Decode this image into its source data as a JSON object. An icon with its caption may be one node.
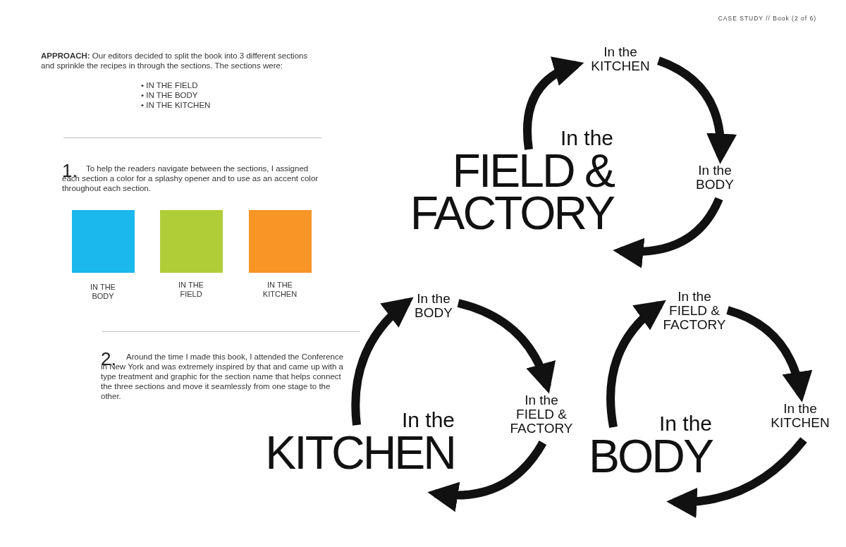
{
  "diagram": {
    "title": "CASE STUDY // Book (2 of 6)",
    "nodes": [
      {
        "text": [
          "In the",
          "FIELD & FACTORY"
        ]
      },
      {
        "text": [
          "In the KITCHEN"
        ]
      },
      {
        "text": [
          "In the BODY"
        ]
      },
      {
        "text": [
          "In the",
          "KITCHEN"
        ]
      },
      {
        "text": [
          "In the BODY"
        ]
      },
      {
        "text": [
          "In the FIELD & FACTORY"
        ]
      },
      {
        "text": [
          "In the",
          "BODY"
        ]
      },
      {
        "text": [
          "In the FIELD & FACTORY"
        ]
      },
      {
        "text": [
          "In the KITCHEN"
        ]
      }
    ],
    "edges": [
      {
        "from": 0,
        "to": 1,
        "arrow": "to"
      },
      {
        "from": 1,
        "to": 2,
        "arrow": "to"
      },
      {
        "from": 2,
        "to": 0,
        "arrow": "to"
      },
      {
        "from": 3,
        "to": 4,
        "arrow": "to"
      },
      {
        "from": 4,
        "to": 5,
        "arrow": "to"
      },
      {
        "from": 5,
        "to": 3,
        "arrow": "to"
      },
      {
        "from": 6,
        "to": 7,
        "arrow": "to"
      },
      {
        "from": 7,
        "to": 8,
        "arrow": "to"
      },
      {
        "from": 8,
        "to": 6,
        "arrow": "to"
      }
    ],
    "labels": [
      "**APPROACH:** Our editors decided to split the book into 3 different sections and sprinkle the recipes in through the sections. The sections were:",
      "• IN THE FIELD",
      "• IN THE BODY",
      "• IN THE KITCHEN",
      "1.",
      "To help the readers navigate between the sections, I assigned each section a color for a splashy opener and to use as an accent color throughout each section.",
      "2.",
      "Around the time I made this book, I attended the Conference in New York and was extremely inspired by that and came up with a type treatment and graphic for the section name that helps connect the three sections and move it seamlessly from one stage to the other."
    ],
    "legend": [
      {
        "text": "IN THE BODY",
        "color": "#1ab8ec"
      },
      {
        "text": "IN THE FIELD",
        "color": "#b0cd37"
      },
      {
        "text": "IN THE KITCHEN",
        "color": "#f79527"
      }
    ]
  }
}
